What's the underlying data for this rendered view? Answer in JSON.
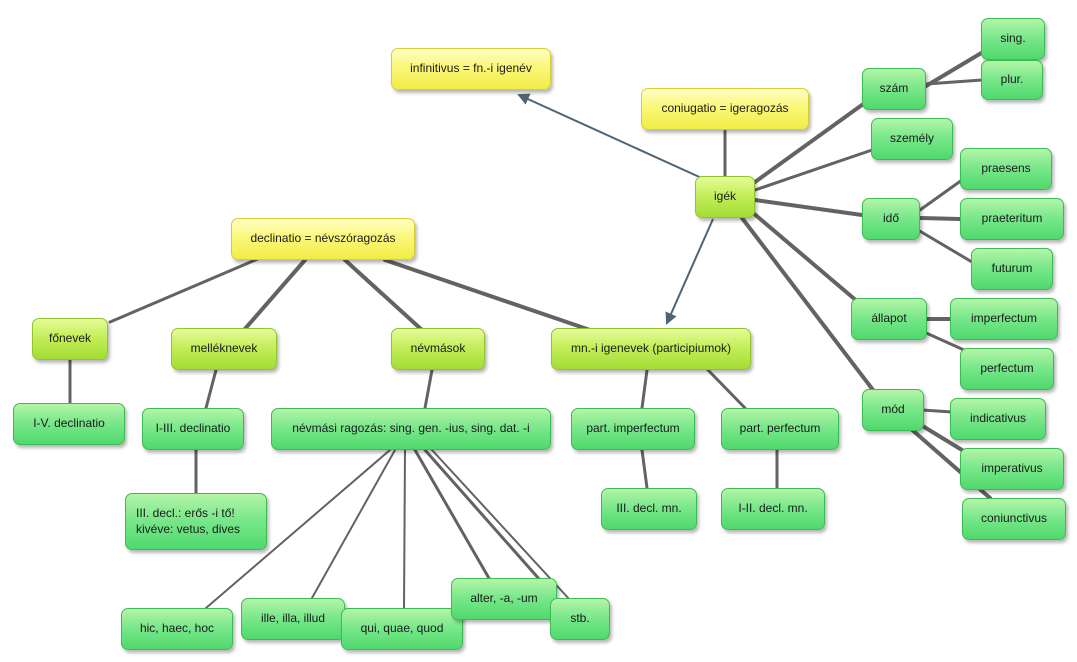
{
  "nodes": {
    "infinitivus": "infinitivus = fn.-i igenév",
    "coniugatio": "coniugatio = igeragozás",
    "igek": "igék",
    "szam": "szám",
    "sing": "sing.",
    "plur": "plur.",
    "szemely": "személy",
    "ido": "idő",
    "praesens": "praesens",
    "praeteritum": "praeteritum",
    "futurum": "futurum",
    "allapot": "állapot",
    "imperfectum": "imperfectum",
    "perfectum": "perfectum",
    "mod": "mód",
    "indicativus": "indicativus",
    "imperativus": "imperativus",
    "coniunctivus": "coniunctivus",
    "declinatio": "declinatio = névszóragozás",
    "fonevek": "főnevek",
    "melleknevek": "melléknevek",
    "nevmasok": "névmások",
    "mn_igenevek": "mn.-i igenevek (participiumok)",
    "decl_I_V": "I-V. declinatio",
    "decl_I_III": "I-III. declinatio",
    "decl_III_line1": "III. decl.: erős -i tő!",
    "decl_III_line2": "kivéve: vetus, dives",
    "nevmasi_ragozas": "névmási ragozás: sing. gen. -ius, sing. dat. -i",
    "part_imperfectum": "part. imperfectum",
    "part_perfectum": "part. perfectum",
    "III_decl_mn": "III. decl. mn.",
    "I_II_decl_mn": "I-II. decl. mn.",
    "hic": "hic, haec, hoc",
    "ille": "ille, illa, illud",
    "qui": "qui, quae, quod",
    "alter": "alter, -a, -um",
    "stb": "stb."
  },
  "colors": {
    "line": "#636363",
    "arrow": "#4c6476",
    "green": "#6fe285",
    "lime": "#b9e84c",
    "yellow": "#f7f262"
  }
}
